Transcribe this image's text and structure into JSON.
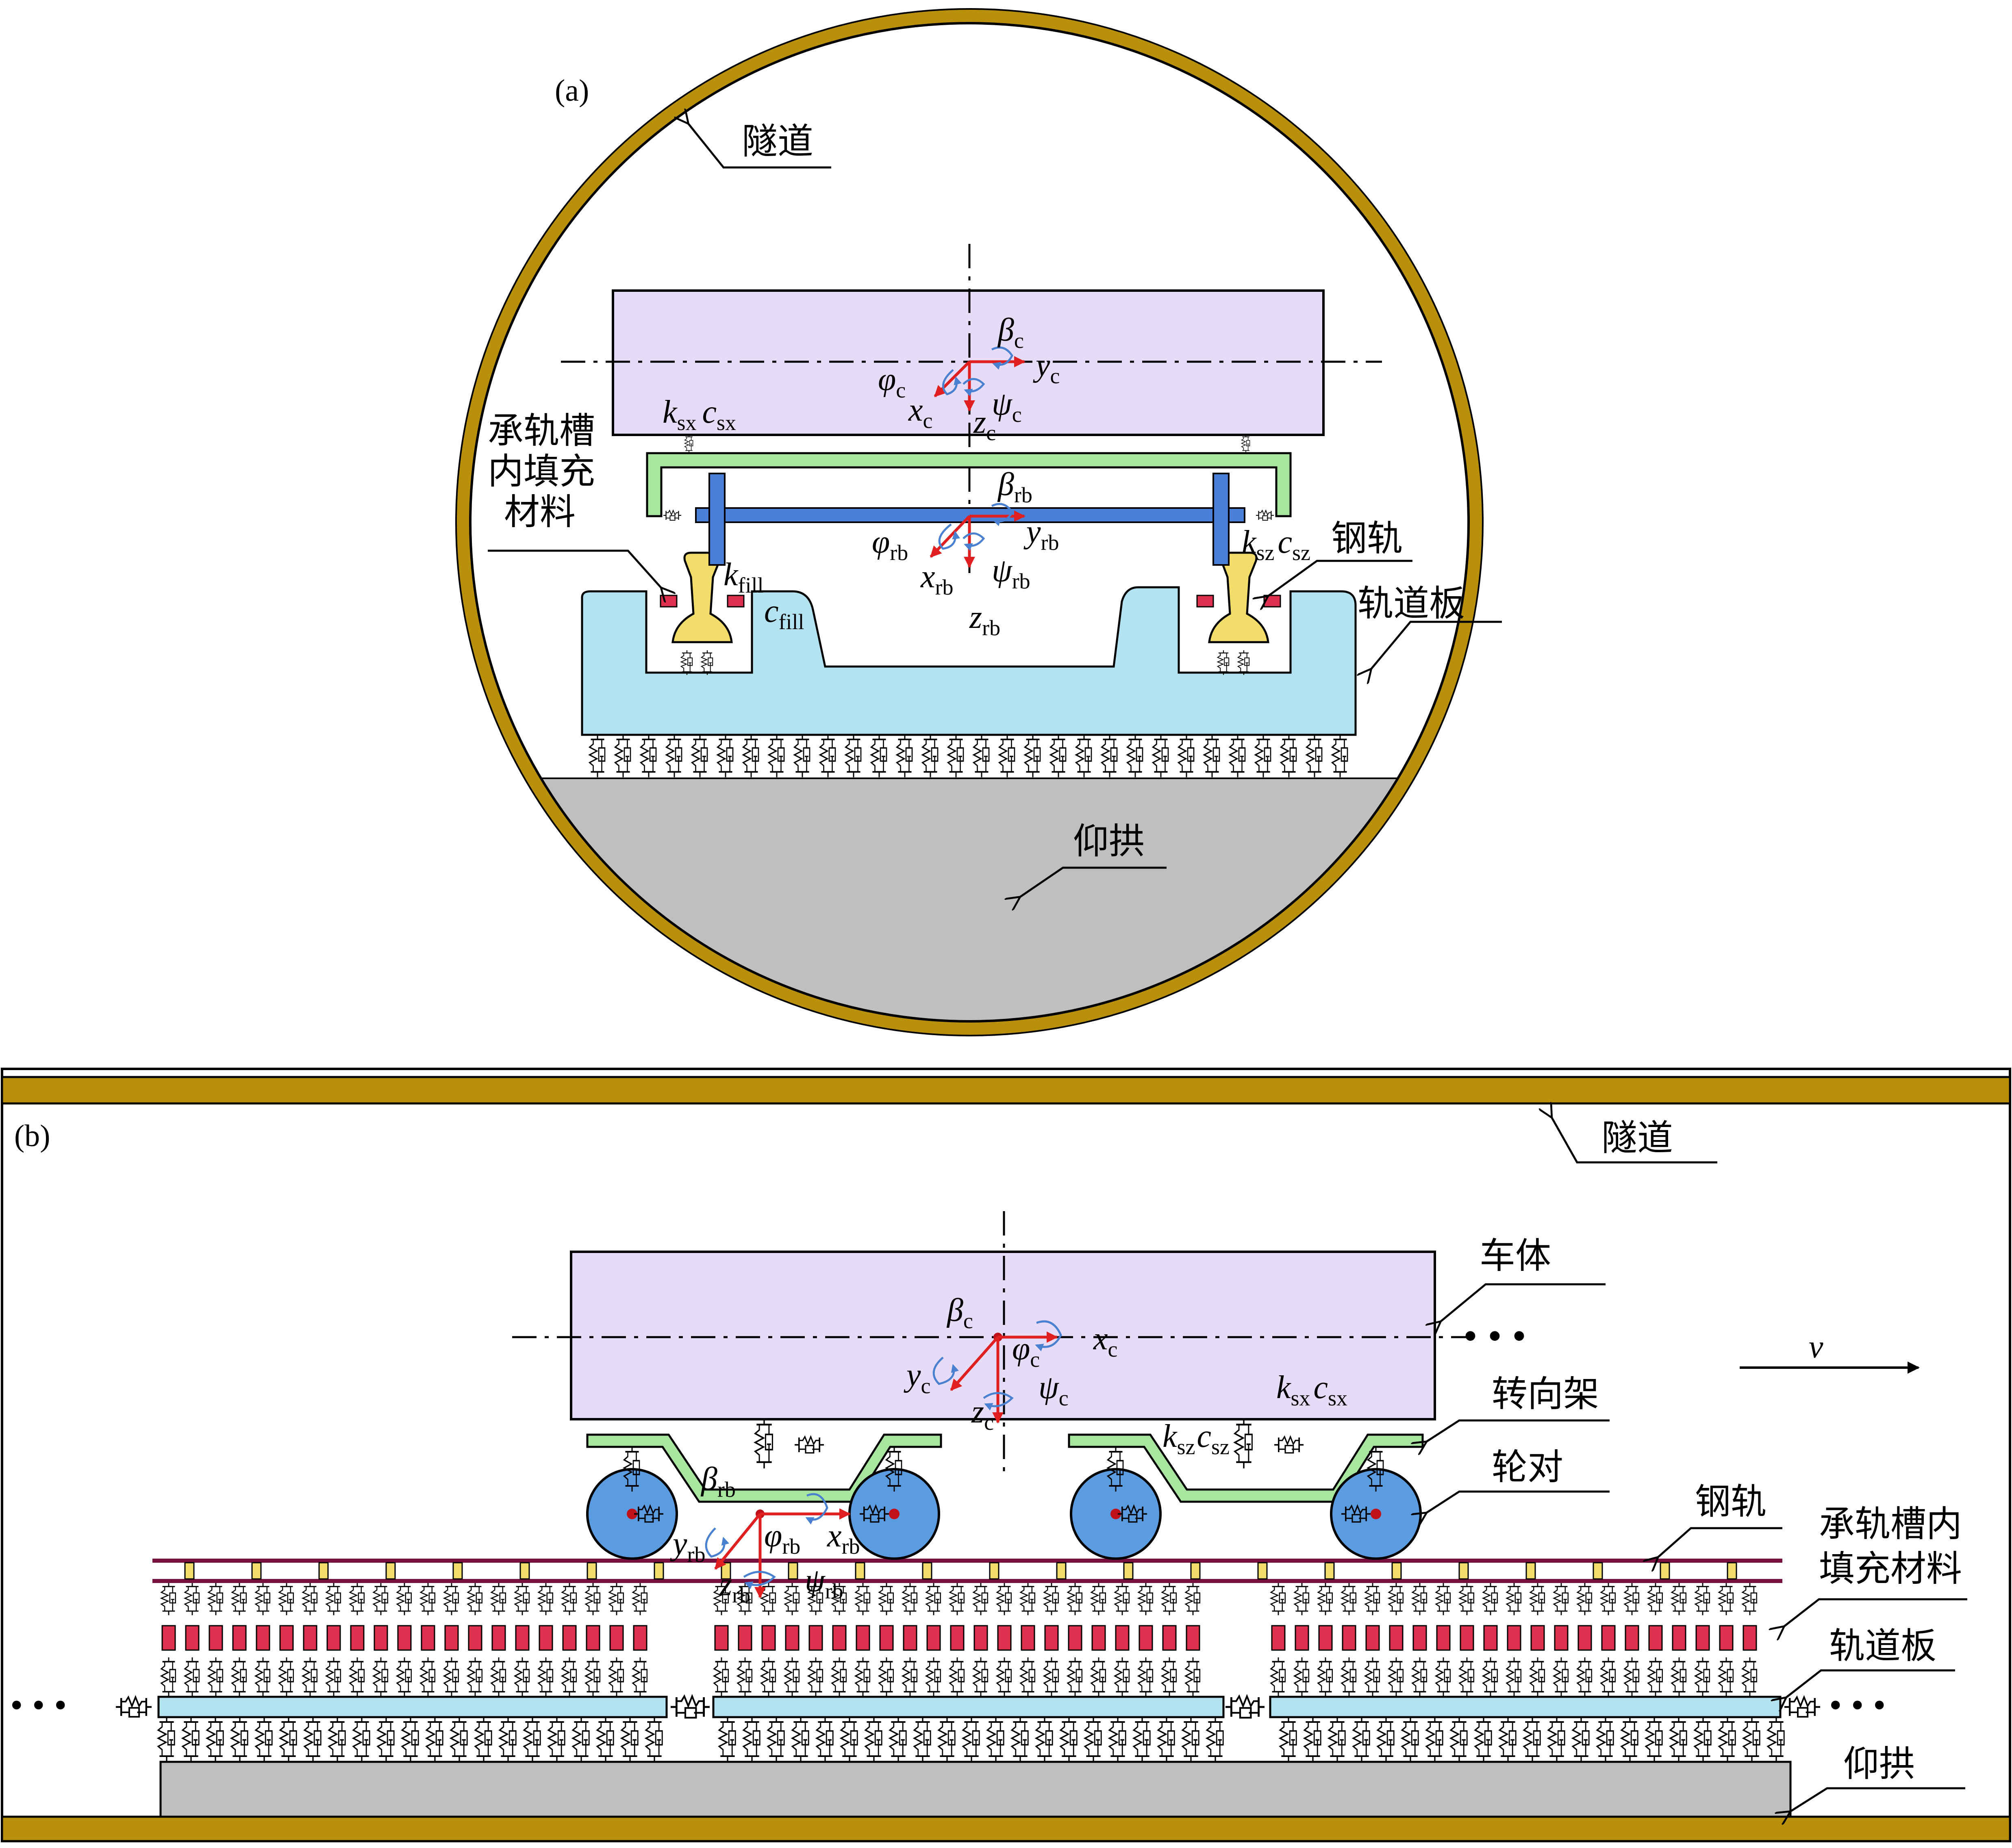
{
  "panel_a": {
    "tag": "(a)",
    "labels": {
      "tunnel": "隧道",
      "fill_line1": "承轨槽",
      "fill_line2": "内填充",
      "fill_line3": "材料",
      "rail": "钢轨",
      "slab": "轨道板",
      "invert": "仰拱"
    },
    "symbols": {
      "beta_c": {
        "main": "β",
        "sub": "c"
      },
      "y_c": {
        "main": "y",
        "sub": "c"
      },
      "phi_c": {
        "main": "φ",
        "sub": "c"
      },
      "x_c": {
        "main": "x",
        "sub": "c"
      },
      "psi_c": {
        "main": "ψ",
        "sub": "c"
      },
      "z_c": {
        "main": "z",
        "sub": "c"
      },
      "k_sx": {
        "main": "k",
        "sub": "sx"
      },
      "c_sx": {
        "main": "c",
        "sub": "sx"
      },
      "beta_rb": {
        "main": "β",
        "sub": "rb"
      },
      "y_rb": {
        "main": "y",
        "sub": "rb"
      },
      "phi_rb": {
        "main": "φ",
        "sub": "rb"
      },
      "x_rb": {
        "main": "x",
        "sub": "rb"
      },
      "psi_rb": {
        "main": "ψ",
        "sub": "rb"
      },
      "z_rb": {
        "main": "z",
        "sub": "rb"
      },
      "k_fill": {
        "main": "k",
        "sub": "fill"
      },
      "c_fill": {
        "main": "c",
        "sub": "fill"
      },
      "k_sz": {
        "main": "k",
        "sub": "sz"
      },
      "c_sz": {
        "main": "c",
        "sub": "sz"
      }
    }
  },
  "panel_b": {
    "tag": "(b)",
    "labels": {
      "tunnel": "隧道",
      "car_body": "车体",
      "bogie": "转向架",
      "wheelset": "轮对",
      "rail": "钢轨",
      "fill_line1": "承轨槽内",
      "fill_line2": "填充材料",
      "slab": "轨道板",
      "invert": "仰拱",
      "velocity": "v",
      "ellipsis": "• • •"
    },
    "symbols": {
      "beta_c": {
        "main": "β",
        "sub": "c"
      },
      "x_c": {
        "main": "x",
        "sub": "c"
      },
      "phi_c": {
        "main": "φ",
        "sub": "c"
      },
      "y_c": {
        "main": "y",
        "sub": "c"
      },
      "psi_c": {
        "main": "ψ",
        "sub": "c"
      },
      "z_c": {
        "main": "z",
        "sub": "c"
      },
      "k_sx": {
        "main": "k",
        "sub": "sx"
      },
      "c_sx": {
        "main": "c",
        "sub": "sx"
      },
      "k_sz": {
        "main": "k",
        "sub": "sz"
      },
      "c_sz": {
        "main": "c",
        "sub": "sz"
      },
      "beta_rb": {
        "main": "β",
        "sub": "rb"
      },
      "y_rb": {
        "main": "y",
        "sub": "rb"
      },
      "phi_rb": {
        "main": "φ",
        "sub": "rb"
      },
      "x_rb": {
        "main": "x",
        "sub": "rb"
      },
      "z_rb": {
        "main": "z",
        "sub": "rb"
      },
      "psi_rb": {
        "main": "ψ",
        "sub": "rb"
      }
    }
  },
  "colors": {
    "tunnel": "#B8900A",
    "car_body": "#E6DCF8",
    "bogie": "#A8E6A0",
    "wheel": "#5B9BE0",
    "axle": "#4A7FD8",
    "slab": "#B3E3F0",
    "invert": "#BFBFBF",
    "rail": "#F2DC6A",
    "fill_material": "#E03050",
    "coord_arrow": "#E02020",
    "rotation": "#4A80D0",
    "rail_line": "#7A1040"
  }
}
